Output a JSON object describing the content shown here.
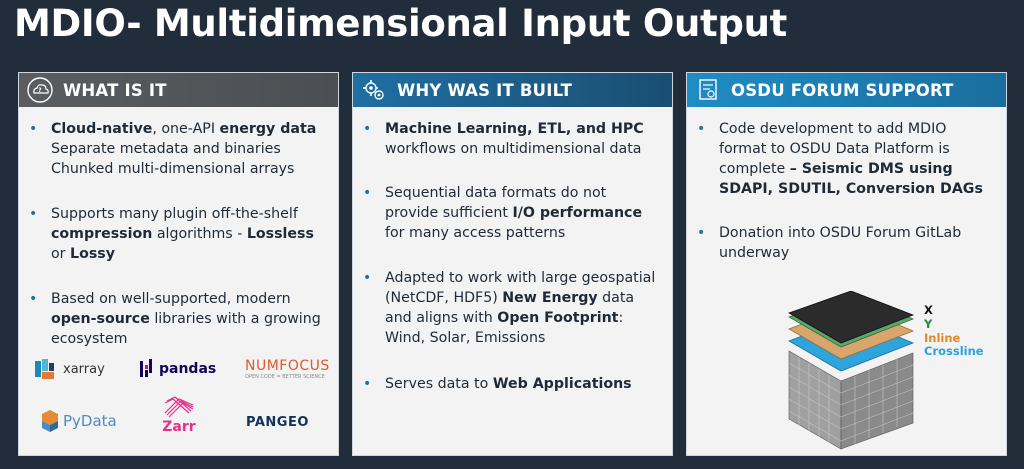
{
  "title": "MDIO- Multidimensional Input Output",
  "cards": {
    "what": {
      "header": "WHAT IS IT",
      "b1": {
        "pre": "",
        "bold1": "Cloud-native",
        "mid": ", one-API ",
        "bold2": "energy data",
        "line2": "Separate metadata and binaries",
        "line3": "Chunked multi-dimensional arrays"
      },
      "b2": {
        "pre": "Supports many plugin off-the-shelf ",
        "bold1": "compression",
        "mid": " algorithms - ",
        "bold2": "Lossless",
        "mid2": " or ",
        "bold3": "Lossy"
      },
      "b3": {
        "pre": "Based on well-supported, modern ",
        "bold1": "open-source",
        "post": " libraries with a growing ecosystem"
      },
      "logos": {
        "xarray": "xarray",
        "pandas": "pandas",
        "numfocus": "NUMFOCUS",
        "numfocus_sub": "OPEN CODE = BETTER SCIENCE",
        "pydata": "PyData",
        "zarr": "Zarr",
        "pangeo": "PANGEO"
      }
    },
    "why": {
      "header": "WHY WAS IT BUILT",
      "b1": {
        "bold1": "Machine Learning, ETL, and HPC",
        "post": " workflows on multidimensional data"
      },
      "b2": {
        "pre": "Sequential data formats do not provide sufficient ",
        "bold1": "I/O performance",
        "post": " for many access patterns"
      },
      "b3": {
        "pre": "Adapted to work with large geospatial (NetCDF, HDF5)  ",
        "bold1": "New Energy",
        "mid": " data and aligns with ",
        "bold2": "Open Footprint",
        "post": ": Wind, Solar, Emissions"
      },
      "b4": {
        "pre": "Serves data to ",
        "bold1": "Web Applications"
      }
    },
    "osdu": {
      "header": "OSDU FORUM SUPPORT",
      "b1": {
        "pre": "Code development to add MDIO format to OSDU Data Platform is complete ",
        "bold1": "– Seismic DMS using SDAPI, SDUTIL, Conversion DAGs"
      },
      "b2": {
        "pre": "Donation into OSDU Forum GitLab underway"
      },
      "cube_labels": {
        "x": "X",
        "y": "Y",
        "inline": "Inline",
        "crossline": "Crossline"
      }
    }
  },
  "colors": {
    "bg": "#222d3b",
    "bullet": "#1f6fa3",
    "y": "#1e8f3a",
    "inline": "#e0892b",
    "crossline": "#2aa3dc"
  }
}
